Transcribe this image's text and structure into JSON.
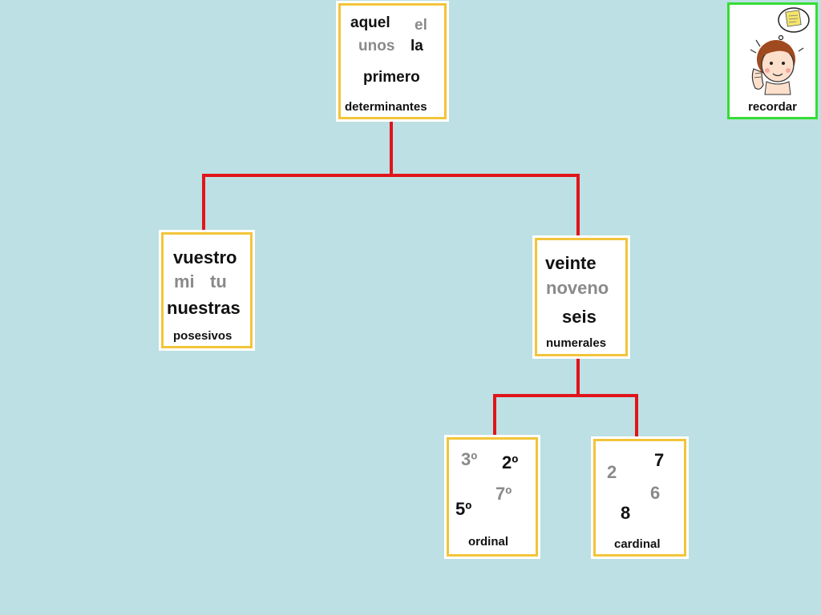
{
  "colors": {
    "background": "#bce0e3",
    "card_border": "#f2c43a",
    "connector": "#e0151b",
    "remember_border": "#35dd35",
    "dark_word": "#111111",
    "gray_word": "#8a8a8a"
  },
  "nodes": {
    "determinantes": {
      "words": [
        "aquel",
        "el",
        "unos",
        "la",
        "primero"
      ],
      "label": "determinantes"
    },
    "posesivos": {
      "words": [
        "vuestro",
        "mi",
        "tu",
        "nuestras"
      ],
      "label": "posesivos"
    },
    "numerales": {
      "words": [
        "veinte",
        "noveno",
        "seis"
      ],
      "label": "numerales"
    },
    "ordinal": {
      "words": [
        "3º",
        "2º",
        "5º",
        "7º"
      ],
      "label": "ordinal"
    },
    "cardinal": {
      "words": [
        "7",
        "2",
        "6",
        "8"
      ],
      "label": "cardinal"
    }
  },
  "remember_button": {
    "label": "recordar",
    "icon": "thinking-person-icon"
  }
}
